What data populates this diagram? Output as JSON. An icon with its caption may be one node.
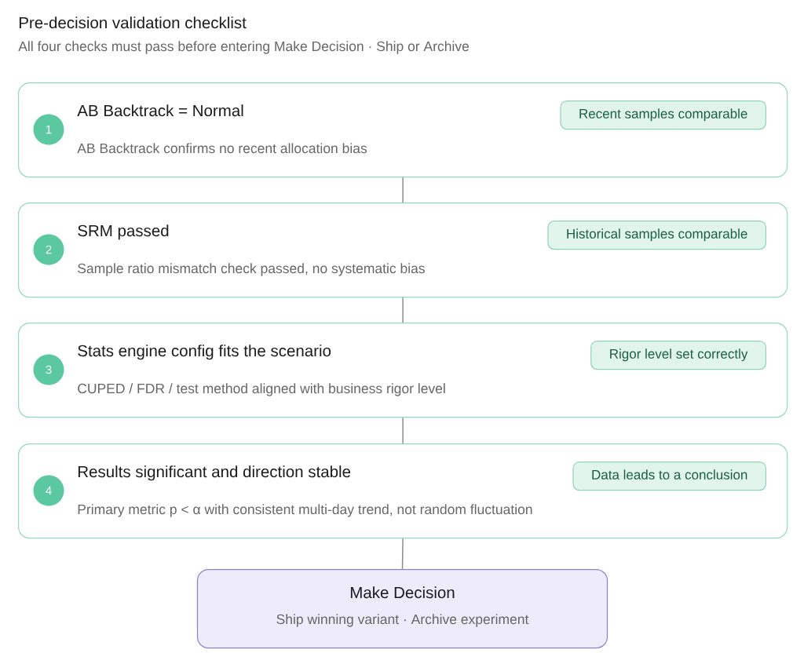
{
  "diagram": {
    "title": "Pre-decision validation checklist",
    "nodes": [
      {
        "text": [
          "AB Backtrack = Normal",
          "AB Backtrack confirms no recent allocation bias"
        ]
      },
      {
        "text": [
          "1"
        ],
        "in": 0
      },
      {
        "text": [
          "Recent samples comparable"
        ],
        "in": 0
      },
      {
        "text": [
          "SRM passed",
          "Sample ratio mismatch check passed, no systematic bias"
        ]
      },
      {
        "text": [
          "2"
        ],
        "in": 3
      },
      {
        "text": [
          "Historical samples comparable"
        ],
        "in": 3
      },
      {
        "text": [
          "Stats engine config fits the scenario",
          "CUPED / FDR / test method aligned with business rigor level"
        ]
      },
      {
        "text": [
          "3"
        ],
        "in": 6
      },
      {
        "text": [
          "Rigor level set correctly"
        ],
        "in": 6
      },
      {
        "text": [
          "Results significant and direction stable",
          "Primary metric p < α with consistent multi-day trend, not random fluctuation"
        ]
      },
      {
        "text": [
          "4"
        ],
        "in": 9
      },
      {
        "text": [
          "Data leads to a conclusion"
        ],
        "in": 9
      },
      {
        "text": [
          "Make Decision",
          "Ship winning variant · Archive experiment"
        ]
      }
    ],
    "edges": [
      {
        "from": 0,
        "to": 3,
        "arrow": "none"
      },
      {
        "from": 3,
        "to": 6,
        "arrow": "none"
      },
      {
        "from": 6,
        "to": 9,
        "arrow": "none"
      },
      {
        "from": 9,
        "to": 12,
        "arrow": "none"
      }
    ],
    "labels": [
      "All four checks must pass before entering Make Decision · Ship or Archive"
    ]
  }
}
